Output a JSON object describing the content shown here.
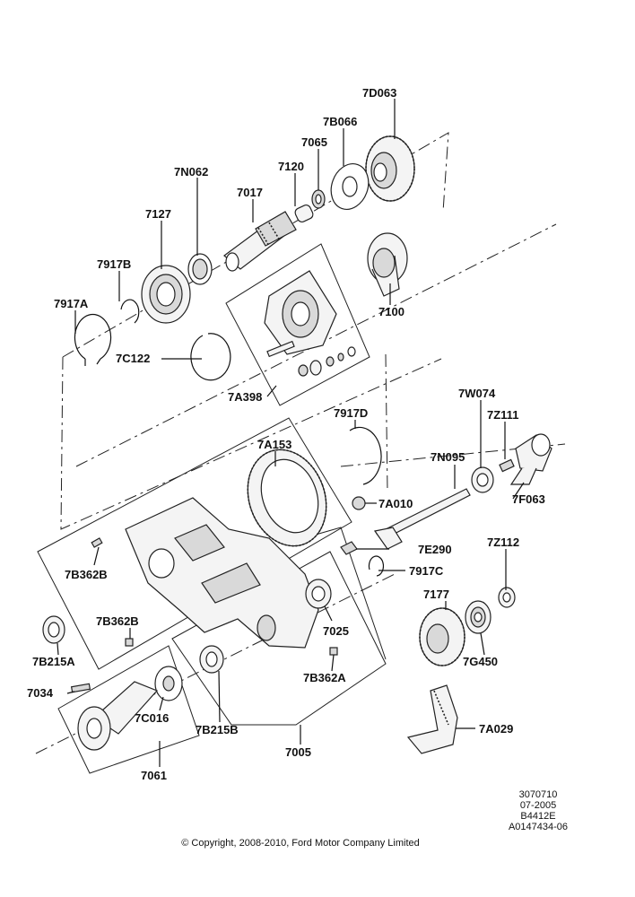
{
  "labels": {
    "p7D063": "7D063",
    "p7B066": "7B066",
    "p7065": "7065",
    "p7120": "7120",
    "p7N062": "7N062",
    "p7017": "7017",
    "p7127": "7127",
    "p7917B": "7917B",
    "p7917A": "7917A",
    "p7100": "7100",
    "p7C122": "7C122",
    "p7A398": "7A398",
    "p7W074": "7W074",
    "p7Z111": "7Z111",
    "p7917D": "7917D",
    "p7A153": "7A153",
    "p7N095": "7N095",
    "p7F063": "7F063",
    "p7A010": "7A010",
    "p7E290": "7E290",
    "p7Z112": "7Z112",
    "p7B362B_top": "7B362B",
    "p7917C": "7917C",
    "p7177": "7177",
    "p7B362B_mid": "7B362B",
    "p7025": "7025",
    "p7B215A": "7B215A",
    "p7G450": "7G450",
    "p7B362A": "7B362A",
    "p7034": "7034",
    "p7C016": "7C016",
    "p7A029": "7A029",
    "p7B215B": "7B215B",
    "p7005": "7005",
    "p7061": "7061"
  },
  "meta": {
    "line1": "3070710",
    "line2": "07-2005",
    "line3": "B4412E",
    "line4": "A0147434-06"
  },
  "copyright": "© Copyright, 2008-2010, Ford Motor Company Limited"
}
